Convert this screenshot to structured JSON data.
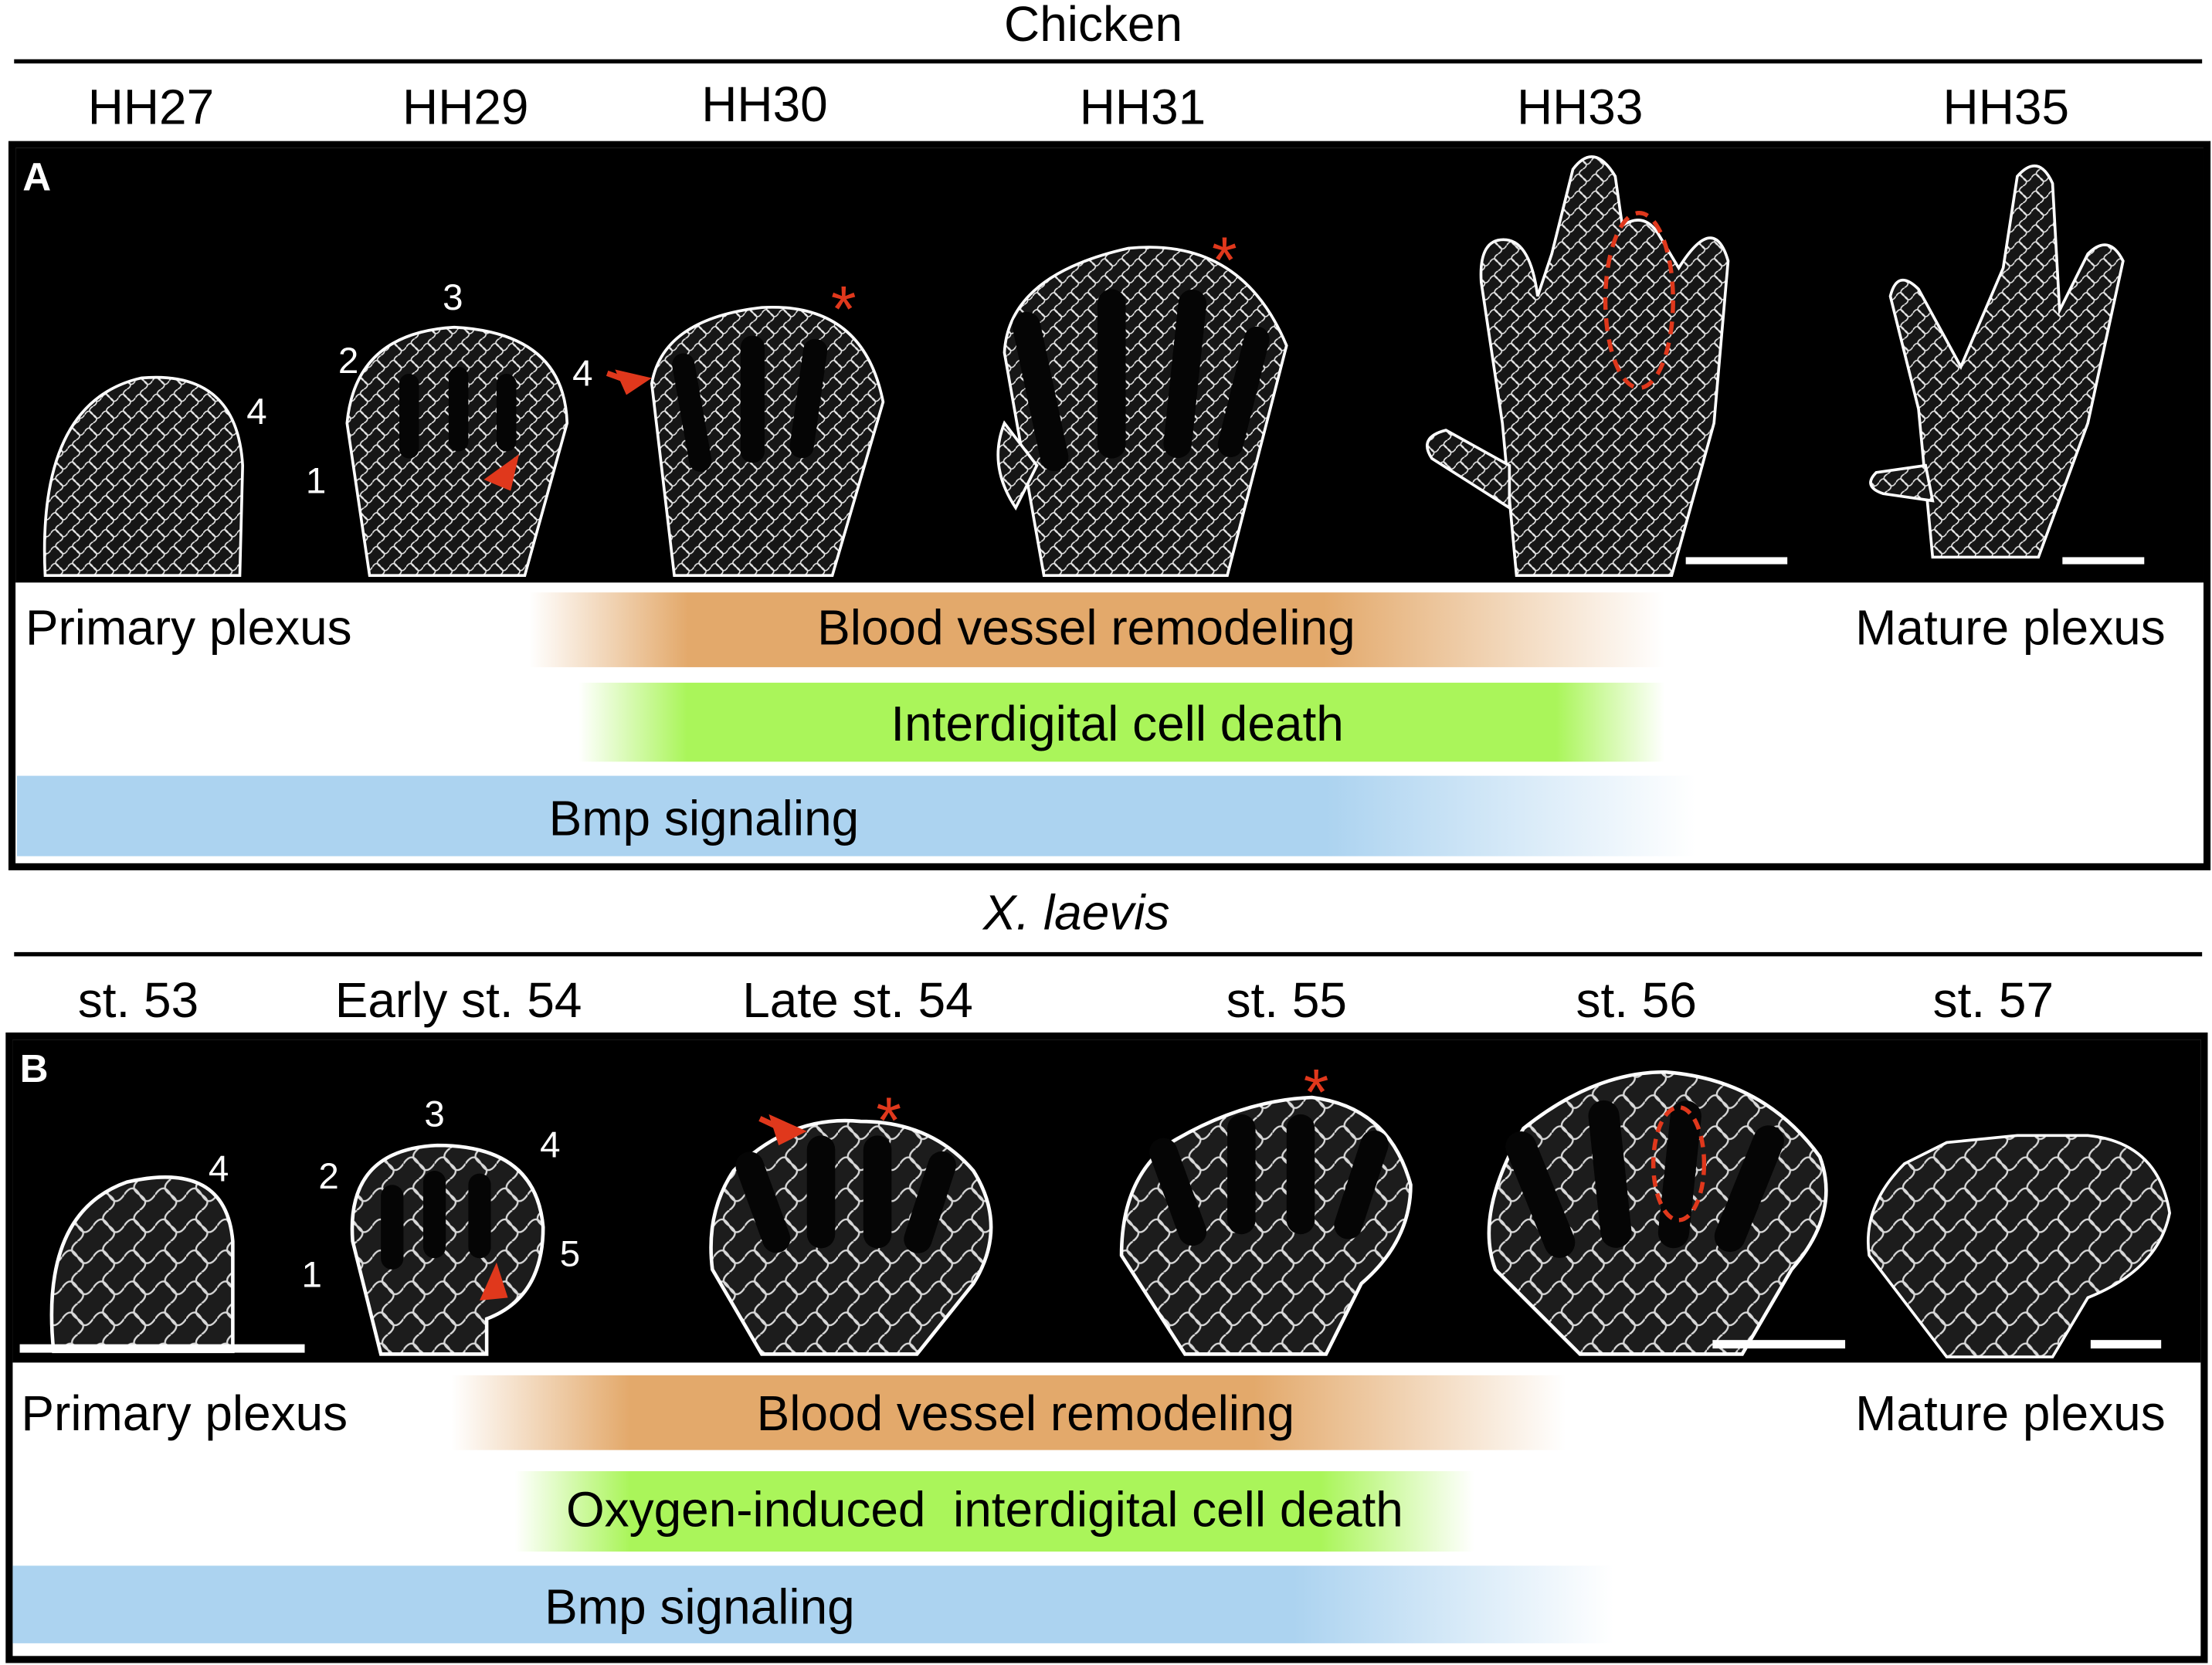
{
  "panel_a": {
    "species": "Chicken",
    "letter": "A",
    "stages": [
      "HH27",
      "HH29",
      "HH30",
      "HH31",
      "HH33",
      "HH35"
    ],
    "digit_labels": {
      "hh27": [
        "4"
      ],
      "hh29": [
        "1",
        "2",
        "3",
        "4"
      ]
    },
    "left_label": "Primary plexus",
    "right_label": "Mature plexus",
    "bands": {
      "remodeling": "Blood vessel remodeling",
      "cell_death": "Interdigital cell death",
      "bmp": "Bmp signaling"
    }
  },
  "panel_b": {
    "species": "X. laevis",
    "letter": "B",
    "stages": [
      "st. 53",
      "Early st. 54",
      "Late st. 54",
      "st. 55",
      "st. 56",
      "st. 57"
    ],
    "digit_labels": {
      "st53": [
        "4"
      ],
      "early_st54": [
        "1",
        "2",
        "3",
        "4",
        "5"
      ]
    },
    "left_label": "Primary plexus",
    "right_label": "Mature plexus",
    "bands": {
      "remodeling": "Blood vessel remodeling",
      "cell_death": "Oxygen-induced  interdigital cell death",
      "bmp": "Bmp signaling"
    }
  },
  "colors": {
    "remodeling": "#e3a96b",
    "cell_death": "#aaf55a",
    "bmp": "#acd3f0",
    "annotation_red": "#e0381c"
  }
}
